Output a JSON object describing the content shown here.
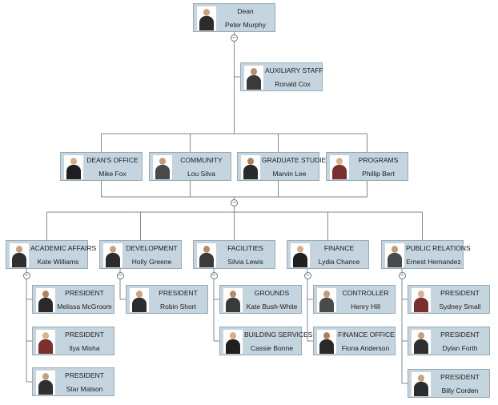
{
  "colors": {
    "node_fill": "#c5d5e0",
    "node_border": "#9aaab6",
    "connector": "#7f8a94",
    "text": "#1b1b1b"
  },
  "icons": {
    "person_photo": "person-photo-icon",
    "collapse": "collapse-toggle-icon"
  },
  "collapse_symbol": "−",
  "nodes": [
    {
      "id": "dean",
      "title": "Dean",
      "name": "Peter Murphy"
    },
    {
      "id": "auxiliary-staff",
      "title": "AUXILIARY STAFF",
      "name": "Ronald Cox"
    },
    {
      "id": "deans-office",
      "title": "DEAN'S OFFICE",
      "name": "Mike Fox"
    },
    {
      "id": "community",
      "title": "COMMUNITY",
      "name": "Lou Silva"
    },
    {
      "id": "graduate-studies",
      "title": "GRADUATE STUDIES",
      "name": "Marvin Lee"
    },
    {
      "id": "programs",
      "title": "PROGRAMS",
      "name": "Phillip Bert"
    },
    {
      "id": "academic-affairs",
      "title": "ACADEMIC AFFAIRS",
      "name": "Kate Williams"
    },
    {
      "id": "development",
      "title": "DEVELOPMENT",
      "name": "Holly Greene"
    },
    {
      "id": "facilities",
      "title": "FACILITIES",
      "name": "Silvia Lewis"
    },
    {
      "id": "finance",
      "title": "FINANCE",
      "name": "Lydia Chance"
    },
    {
      "id": "public-relations",
      "title": "PUBLIC RELATIONS",
      "name": "Ernest Hernandez"
    },
    {
      "id": "aa-president-1",
      "title": "PRESIDENT",
      "name": "Melissa McGroom"
    },
    {
      "id": "aa-president-2",
      "title": "PRESIDENT",
      "name": "Ilya Misha"
    },
    {
      "id": "aa-president-3",
      "title": "PRESIDENT",
      "name": "Star Matson"
    },
    {
      "id": "dev-president",
      "title": "PRESIDENT",
      "name": "Robin Short"
    },
    {
      "id": "grounds",
      "title": "GROUNDS",
      "name": "Kate Bush-White"
    },
    {
      "id": "building-services",
      "title": "BUILDING SERVICES",
      "name": "Cassie Bonne"
    },
    {
      "id": "controller",
      "title": "CONTROLLER",
      "name": "Henry Hill"
    },
    {
      "id": "finance-office",
      "title": "FINANCE OFFICE",
      "name": "Fiona Anderson"
    },
    {
      "id": "pr-president-1",
      "title": "PRESIDENT",
      "name": "Sydney Small"
    },
    {
      "id": "pr-president-2",
      "title": "PRESIDENT",
      "name": "Dylan Forth"
    },
    {
      "id": "pr-president-3",
      "title": "PRESIDENT",
      "name": "Billy Corden"
    }
  ]
}
